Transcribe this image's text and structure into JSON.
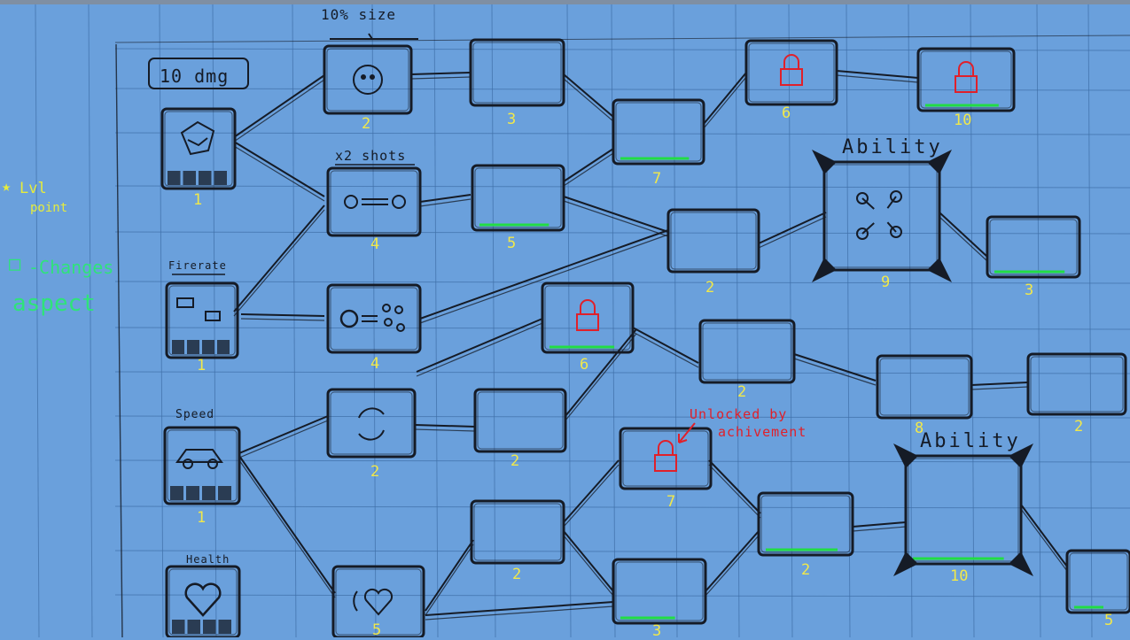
{
  "colors": {
    "background": "#6aa0dc",
    "grid": "#3f6fa8",
    "ink": "#151b26",
    "level_number": "#f1e84a",
    "progress_bar": "#22dd44",
    "lock": "#e0202a",
    "legend_star": "#e6ec3c",
    "legend_square": "#2fe37a"
  },
  "legend": {
    "star_icon": "star-icon",
    "star_text_line1": "Lvl",
    "star_text_line2": "point",
    "square_icon": "square-icon",
    "square_text_line1": "-Changes",
    "square_text_line2": "aspect"
  },
  "stats": [
    {
      "id": "damage",
      "icon": "crystal-icon",
      "caption": "10 dmg",
      "level": "1"
    },
    {
      "id": "firerate",
      "icon": "face-icon",
      "caption": "Firerate",
      "level": "1"
    },
    {
      "id": "speed",
      "icon": "car-icon",
      "caption": "Speed",
      "level": "1"
    },
    {
      "id": "health",
      "icon": "heart-icon",
      "caption": "Health",
      "level": ""
    }
  ],
  "nodes": [
    {
      "id": "skull",
      "icon": "skull-icon",
      "caption": "10% size",
      "level": "2"
    },
    {
      "id": "x2shots",
      "icon": "double-shot-icon",
      "caption": "x2 shots",
      "level": "4"
    },
    {
      "id": "spread",
      "icon": "spread-shot-icon",
      "caption": "",
      "level": "4"
    },
    {
      "id": "cycle",
      "icon": "cycle-arrows-icon",
      "caption": "",
      "level": "2"
    },
    {
      "id": "heal",
      "icon": "heart-swirl-icon",
      "caption": "",
      "level": "5"
    },
    {
      "id": "r1a",
      "icon": "",
      "caption": "",
      "level": "3"
    },
    {
      "id": "r1b",
      "icon": "",
      "caption": "",
      "level": "5"
    },
    {
      "id": "lock1",
      "icon": "lock-icon",
      "caption": "",
      "level": "6"
    },
    {
      "id": "r4a",
      "icon": "",
      "caption": "",
      "level": "2"
    },
    {
      "id": "r5a",
      "icon": "",
      "caption": "",
      "level": "2"
    },
    {
      "id": "r5b",
      "icon": "",
      "caption": "",
      "level": "3"
    },
    {
      "id": "m7",
      "icon": "",
      "caption": "",
      "level": "7"
    },
    {
      "id": "m2",
      "icon": "",
      "caption": "",
      "level": "2"
    },
    {
      "id": "lock6",
      "icon": "lock-icon",
      "caption": "",
      "level": "6"
    },
    {
      "id": "lock10",
      "icon": "lock-icon",
      "caption": "",
      "level": "10"
    },
    {
      "id": "ability1",
      "icon": "sparks-icon",
      "caption": "Ability",
      "level": "9"
    },
    {
      "id": "r3end",
      "icon": "",
      "caption": "",
      "level": "3"
    },
    {
      "id": "m2b",
      "icon": "",
      "caption": "",
      "level": "2"
    },
    {
      "id": "r8",
      "icon": "",
      "caption": "",
      "level": "8"
    },
    {
      "id": "r2end",
      "icon": "",
      "caption": "",
      "level": "2"
    },
    {
      "id": "lock7",
      "icon": "lock-icon",
      "caption": "",
      "level": "7"
    },
    {
      "id": "r2c",
      "icon": "",
      "caption": "",
      "level": "2"
    },
    {
      "id": "ability2",
      "icon": "",
      "caption": "Ability",
      "level": "10"
    },
    {
      "id": "r5end",
      "icon": "",
      "caption": "",
      "level": "5"
    }
  ],
  "annotation": {
    "line1": "Unlocked by",
    "line2": "achivement"
  }
}
